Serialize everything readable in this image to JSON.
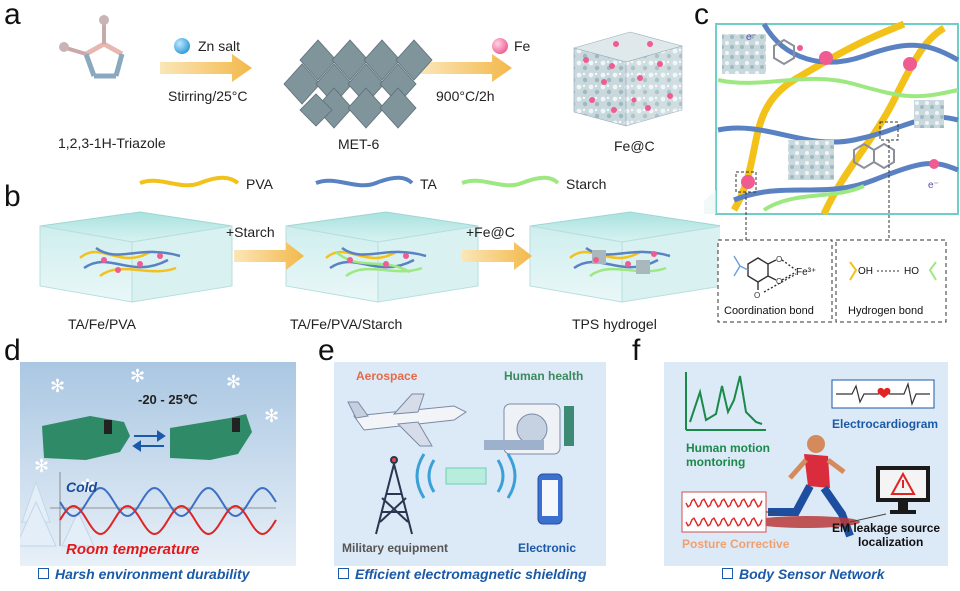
{
  "panels": {
    "a": "a",
    "b": "b",
    "c": "c",
    "d": "d",
    "e": "e",
    "f": "f"
  },
  "a": {
    "zn_salt": "Zn salt",
    "stirring": "Stirring/25°C",
    "fe": "Fe",
    "heat": "900°C/2h",
    "triazole": "1,2,3-1H-Triazole",
    "met6": "MET-6",
    "fec": "Fe@C"
  },
  "b": {
    "legend_pva": "PVA",
    "legend_ta": "TA",
    "legend_starch": "Starch",
    "step1": "+Starch",
    "step2": "+Fe@C",
    "gel1": "TA/Fe/PVA",
    "gel2": "TA/Fe/PVA/Starch",
    "gel3": "TPS hydrogel"
  },
  "c": {
    "electron": "e⁻",
    "fe3": "Fe³⁺",
    "coord": "Coordination bond",
    "hydrogen": "Hydrogen bond",
    "oh": "OH",
    "ho": "HO",
    "o": "O"
  },
  "d": {
    "temp": "-20 - 25℃",
    "cold": "Cold",
    "room": "Room temperature",
    "caption": "Harsh environment durability"
  },
  "e": {
    "aerospace": "Aerospace",
    "health": "Human health",
    "military": "Military equipment",
    "electronic": "Electronic",
    "caption": "Efficient electromagnetic shielding"
  },
  "f": {
    "motion": "Human motion\nmontoring",
    "ecg": "Electrocardiogram",
    "posture": "Posture Corrective",
    "em": "EM leakage source\nlocalization",
    "caption": "Body Sensor Network"
  },
  "colors": {
    "pva": "#f2c21b",
    "ta": "#5a82c2",
    "starch": "#9ee882",
    "arrow": "#f3b84a",
    "caption": "#1a5aa8",
    "panel_bg": "#dce9f7"
  }
}
